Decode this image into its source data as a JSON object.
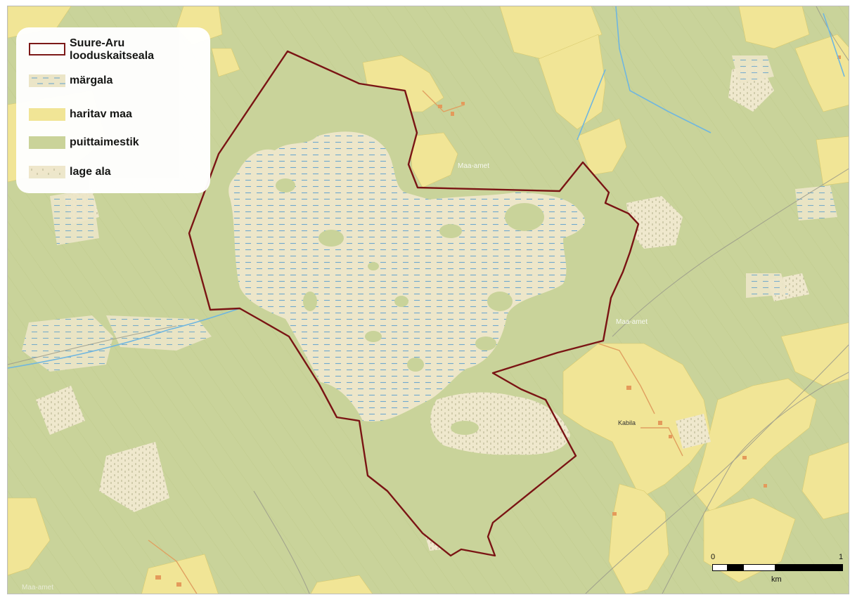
{
  "legend": {
    "items": [
      {
        "label": "Suure-Aru\nlooduskaitseala",
        "symbol": "boundary-outline"
      },
      {
        "label": "märgala",
        "symbol": "wetland-dash-pattern"
      },
      {
        "label": "haritav maa",
        "symbol": "arable-yellow"
      },
      {
        "label": "puittaimestik",
        "symbol": "woody-green"
      },
      {
        "label": "lage ala",
        "symbol": "open-area-dot-pattern"
      }
    ]
  },
  "scalebar": {
    "tick_start": "0",
    "tick_end": "1",
    "unit": "km"
  },
  "watermarks": {
    "bottom_left": "Maa-amet",
    "top_center": "Maa-amet",
    "right_mid": "Maa-amet"
  },
  "places": {
    "kabila": "Kabila"
  },
  "colors": {
    "boundary": "#7a1414",
    "forest": "#c9d39a",
    "arable": "#f3e69a",
    "open": "#eee7cc",
    "wet_dash": "#6fa8cf",
    "water": "#6fb6e0"
  }
}
